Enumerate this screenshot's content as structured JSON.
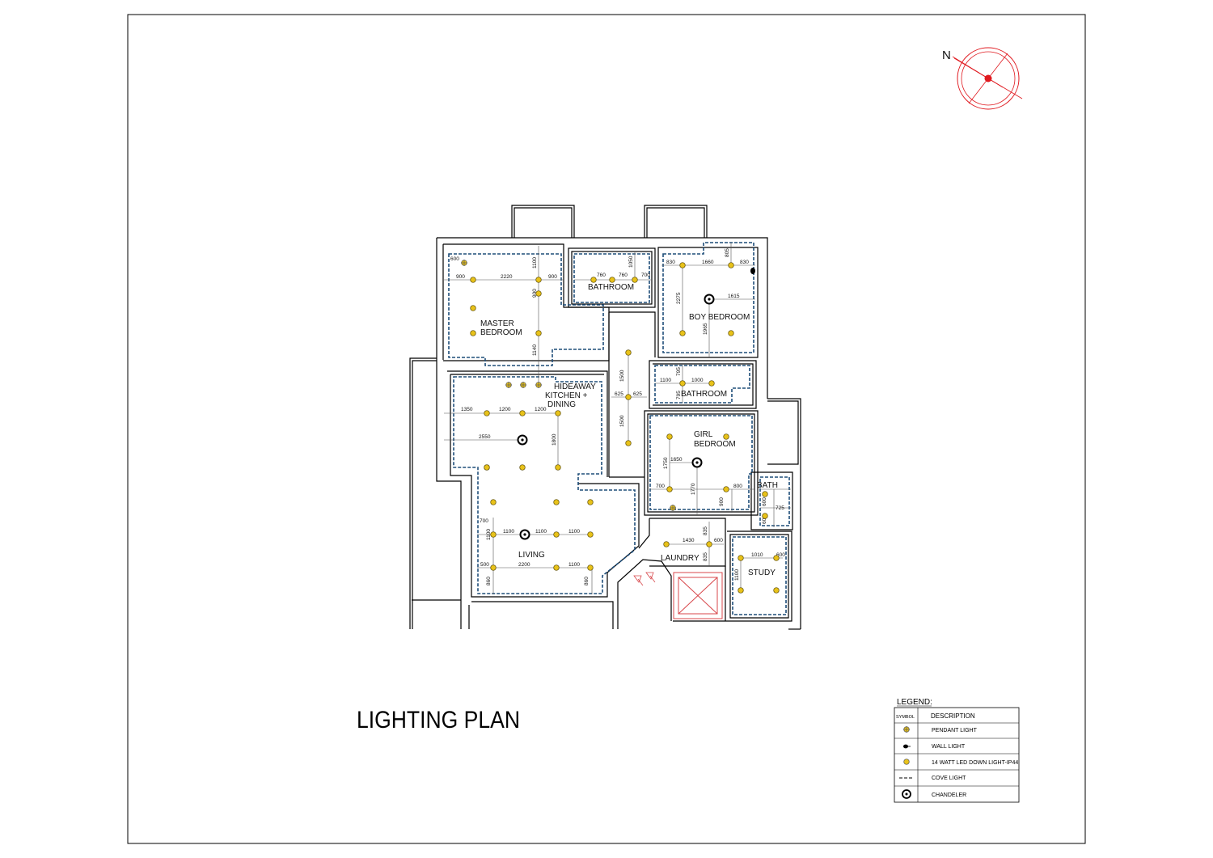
{
  "compass": {
    "label": "N"
  },
  "title": "LIGHTING PLAN",
  "rooms": {
    "master_bedroom": [
      "MASTER",
      "BEDROOM"
    ],
    "bathroom_top": "BATHROOM",
    "boy_bedroom": "BOY BEDROOM",
    "hideaway": [
      "HIDEAWAY",
      "KITCHEN +",
      "DINING"
    ],
    "bathroom_mid": "BATHROOM",
    "girl_bedroom": [
      "GIRL",
      "BEDROOM"
    ],
    "bath": "BATH",
    "living": "LIVING",
    "laundry": "LAUNDRY",
    "study": "STUDY"
  },
  "dimensions": {
    "mb_a": "600",
    "mb_b": "900",
    "mb_c": "2220",
    "mb_d": "900",
    "mb_e": "1100",
    "mb_f": "900",
    "mb_g": "1140",
    "bt_a": "760",
    "bt_b": "760",
    "bt_c": "700",
    "bt_d": "1050",
    "bb_a": "830",
    "bb_b": "1660",
    "bb_c": "830",
    "bb_d": "805",
    "bb_e": "1615",
    "bb_f": "2275",
    "bb_g": "1965",
    "c_a": "1500",
    "c_b": "625",
    "c_c": "625",
    "c_d": "1500",
    "bm_a": "1100",
    "bm_b": "1000",
    "bm_c": "795",
    "bm_d": "795",
    "kd_a": "1350",
    "kd_b": "1200",
    "kd_c": "1200",
    "kd_d": "2550",
    "kd_e": "1800",
    "gb_a": "1650",
    "gb_b": "1750",
    "gb_c": "700",
    "gb_d": "1770",
    "gb_e": "800",
    "gb_f": "900",
    "ba_a": "600",
    "ba_b": "725",
    "ba_c": "600",
    "lv_a": "700",
    "lv_b": "1100",
    "lv_c": "1100",
    "lv_d": "1100",
    "lv_e": "1100",
    "lv_f": "500",
    "lv_g": "2200",
    "lv_h": "1100",
    "lv_i": "860",
    "lv_j": "860",
    "ld_a": "1430",
    "ld_b": "835",
    "ld_c": "600",
    "ld_d": "835",
    "st_a": "1010",
    "st_b": "600",
    "st_c": "1100"
  },
  "legend": {
    "title": "LEGEND:",
    "symbol_header": "SYMBOL",
    "description_header": "DESCRIPTION",
    "items": [
      {
        "symbol": "pendant-light-icon",
        "description": "PENDANT LIGHT"
      },
      {
        "symbol": "wall-light-icon",
        "description": "WALL LIGHT"
      },
      {
        "symbol": "downlight-icon",
        "description": "14 WATT LED DOWN LIGHT-IP44"
      },
      {
        "symbol": "cove-light-icon",
        "description": "COVE LIGHT"
      },
      {
        "symbol": "chandelier-icon",
        "description": "CHANDELER"
      }
    ]
  },
  "colors": {
    "wall": "#000000",
    "cove": "#1f4e79",
    "downlight": "#e8c21a",
    "compass": "#e0191f",
    "lift": "#d8474b"
  }
}
